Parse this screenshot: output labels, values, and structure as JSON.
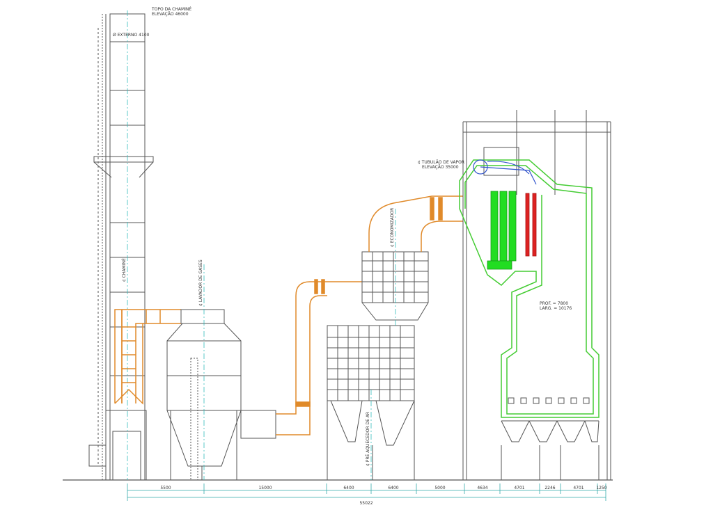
{
  "labels": {
    "chimney_top_elev": "TOPO DA CHAMINÉ",
    "chimney_top_elev2": "ELEVAÇÃO 46000",
    "chimney_ext": "Ø EXTERNO 4100",
    "chimney_axis": "¢ CHAMINÉ",
    "scrubber_axis": "¢ LAVADOR DE GASES",
    "economizer_axis": "¢ ECONOMIZADOR",
    "preheater_axis": "¢ PRÉ AQUECEDOR DE AR",
    "drum": "¢ TUBULÃO DE VAPOR",
    "drum_elev": "ELEVAÇÃO 35000",
    "furnace_1": "PROF. = 7800",
    "furnace_2": "LARG. = 10176"
  },
  "dimensions": {
    "segments": [
      "5500",
      "15000",
      "6400",
      "6400",
      "5000",
      "4634",
      "4701",
      "2246",
      "4701",
      "1250"
    ],
    "total": "55022"
  },
  "colors": {
    "structure": "#5a5a5a",
    "duct": "#e08a2a",
    "axis": "#33bbbb",
    "dimension": "#33aaaa",
    "boiler_outline": "#44cc33",
    "superheater": "#22dd22",
    "reheater": "#dd2222",
    "drum_blue": "#3355cc"
  }
}
